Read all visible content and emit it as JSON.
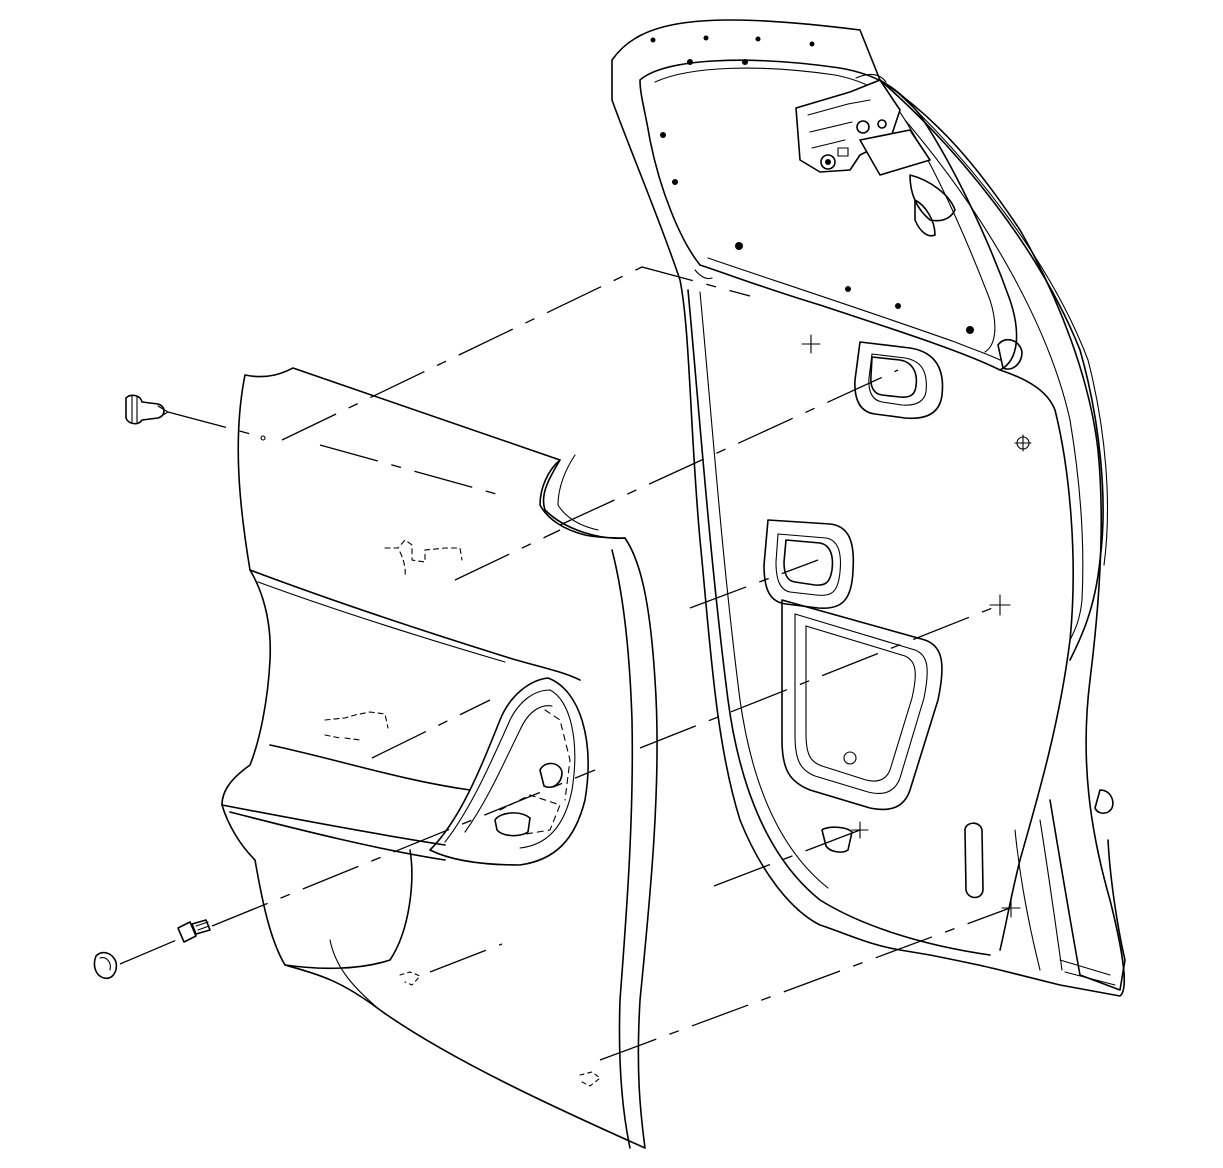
{
  "diagram": {
    "type": "exploded-view-line-art",
    "colors": {
      "line": "#000000",
      "background": "#ffffff"
    },
    "parts": [
      {
        "id": "body-side-inner-panel",
        "icon": "panel"
      },
      {
        "id": "rear-quarter-trim-panel",
        "icon": "trim-panel"
      },
      {
        "id": "liftgate-latch-assembly",
        "icon": "latch"
      },
      {
        "id": "push-pin-retainer",
        "icon": "push-pin"
      },
      {
        "id": "trim-screw",
        "icon": "screw"
      },
      {
        "id": "screw-cover",
        "icon": "cap"
      }
    ]
  }
}
